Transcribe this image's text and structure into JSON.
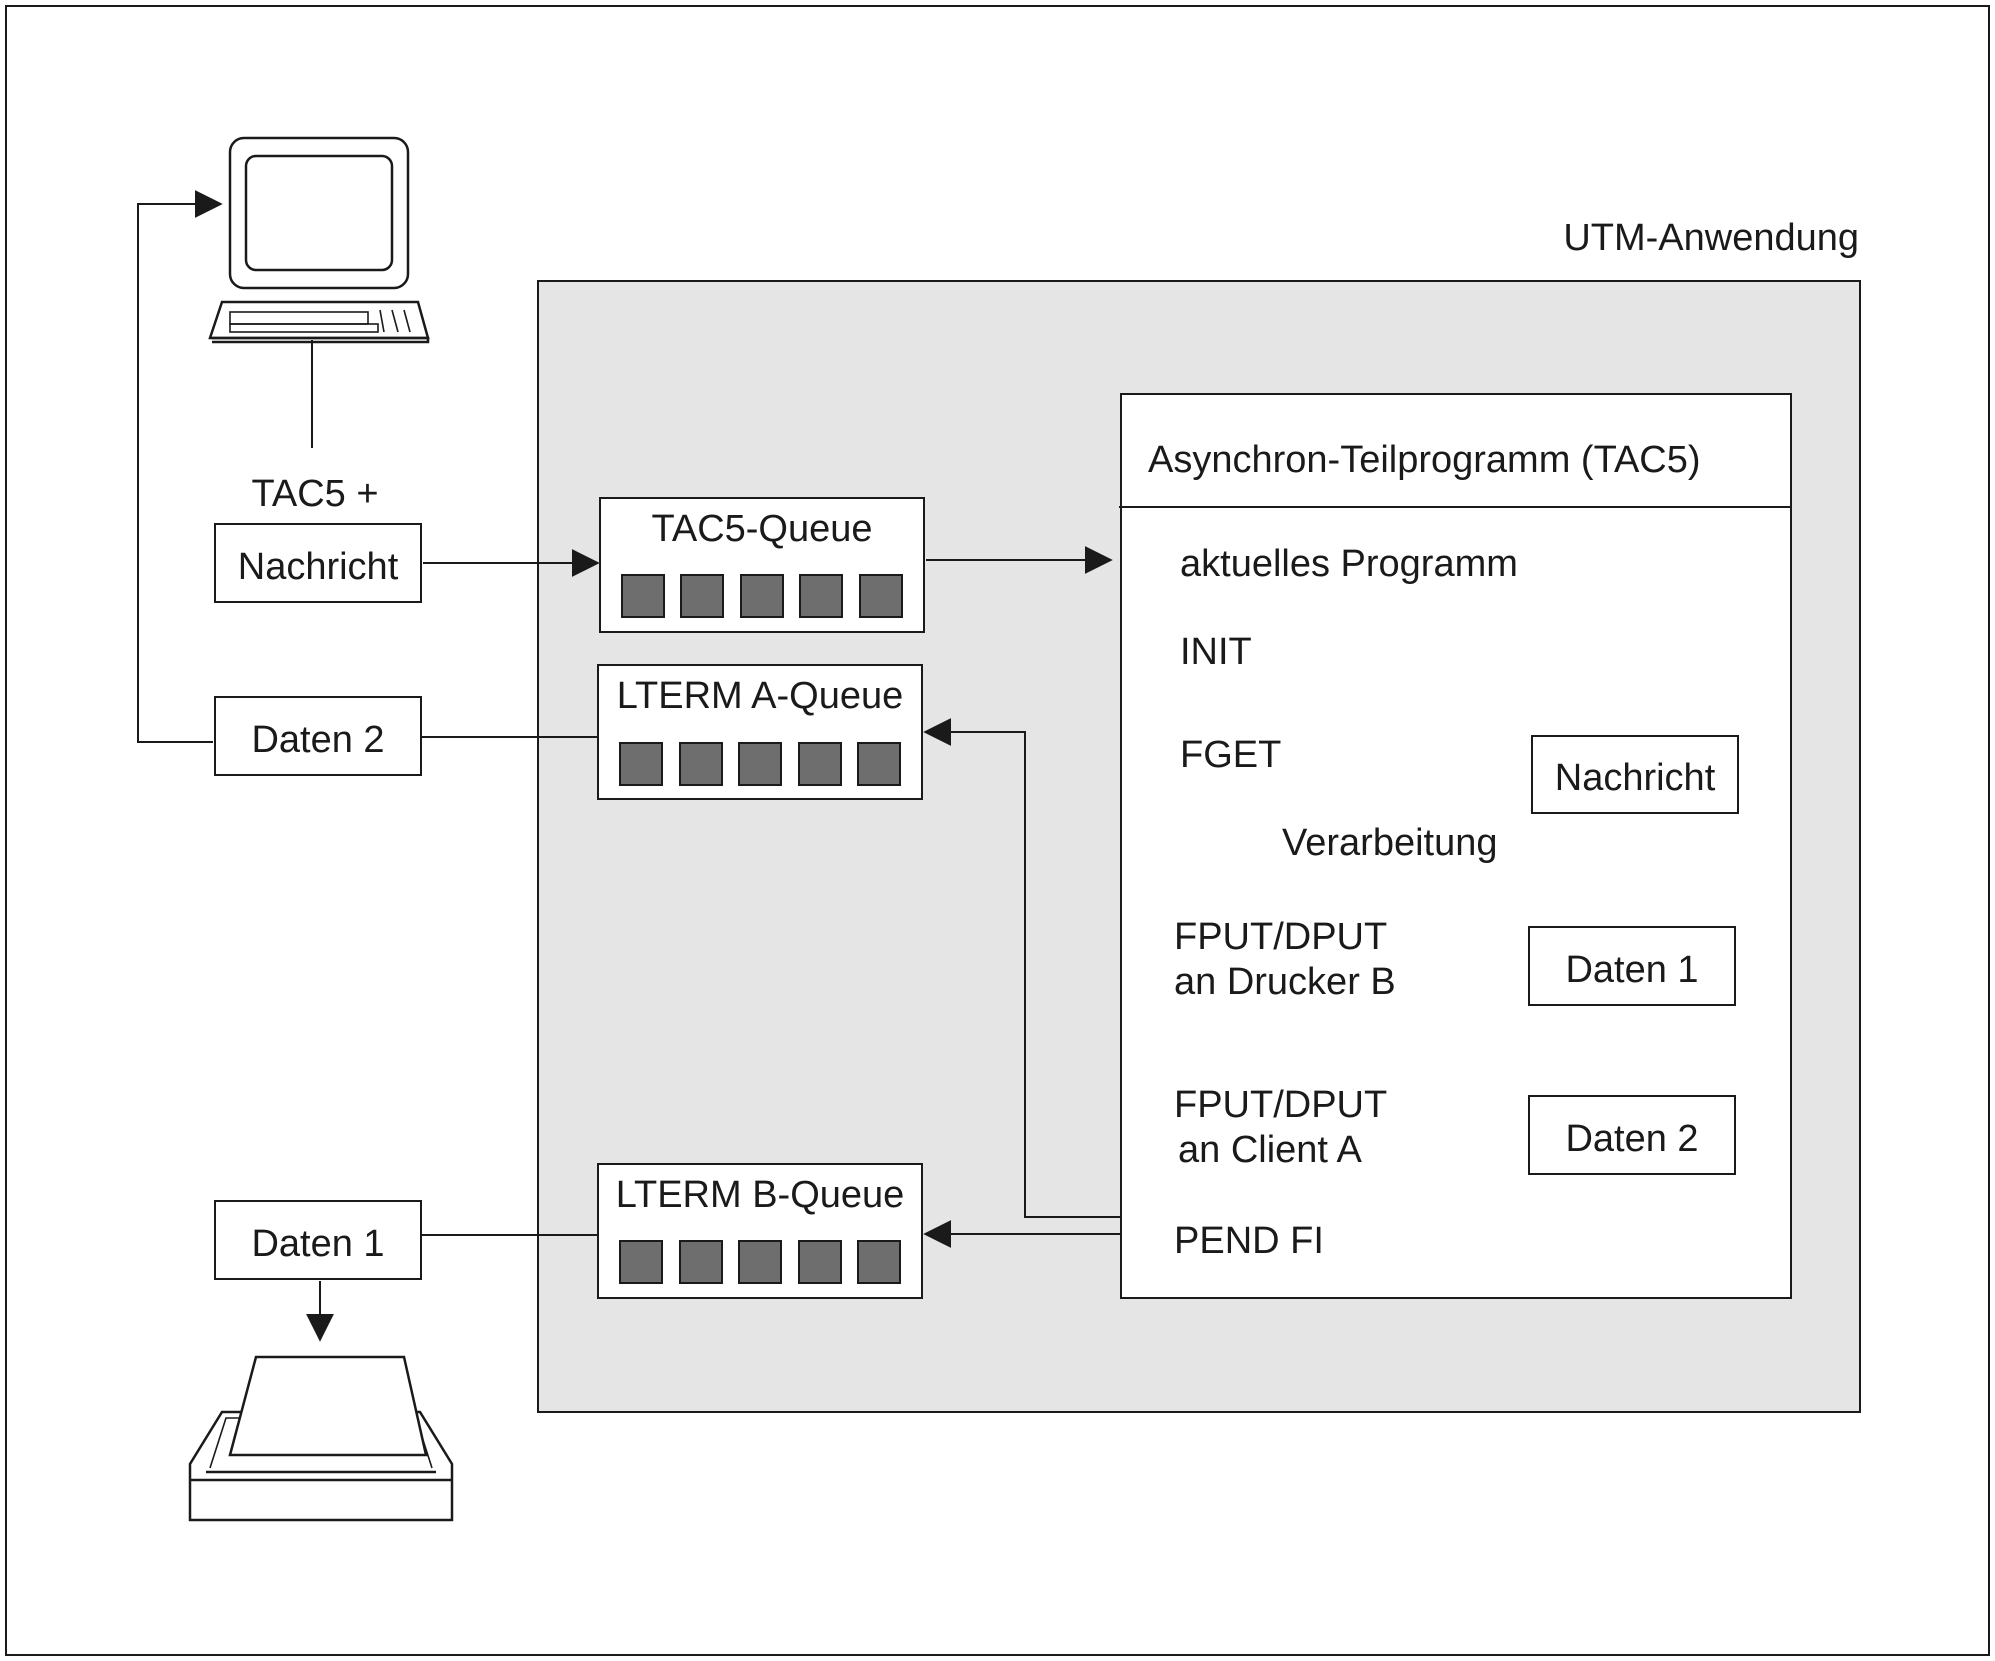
{
  "diagram": {
    "app_label": "UTM-Anwendung",
    "terminal_input": {
      "prefix": "TAC5 +",
      "message": "Nachricht"
    },
    "terminal_output": "Daten 2",
    "printer_output": "Daten 1",
    "queues": {
      "tac5": "TAC5-Queue",
      "lterm_a": "LTERM A-Queue",
      "lterm_b": "LTERM B-Queue"
    },
    "program": {
      "title": "Asynchron-Teilprogramm (TAC5)",
      "steps": {
        "current": "aktuelles Programm",
        "init": "INIT",
        "fget": "FGET",
        "processing": "Verarbeitung",
        "fput_printer_1": "FPUT/DPUT",
        "fput_printer_2": "an Drucker B",
        "fput_client_1": "FPUT/DPUT",
        "fput_client_2": "an Client A",
        "pend": "PEND FI"
      },
      "data_boxes": {
        "message": "Nachricht",
        "data1": "Daten 1",
        "data2": "Daten 2"
      }
    },
    "colors": {
      "app_background": "#e5e5e5",
      "queue_slot": "#6e6e6e",
      "line": "#1a1a1a"
    },
    "icons": [
      "terminal-icon",
      "keyboard-icon",
      "printer-icon"
    ]
  }
}
